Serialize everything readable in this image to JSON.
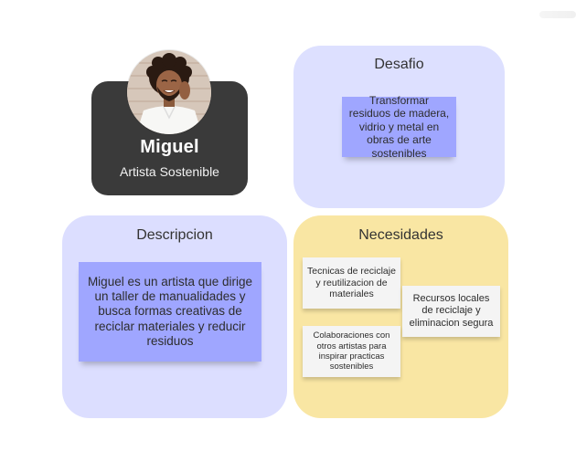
{
  "persona": {
    "name": "Miguel",
    "role": "Artista Sostenible",
    "avatar_icon": "person-photo-icon"
  },
  "desafio": {
    "title": "Desafio",
    "note": "Transformar residuos de madera, vidrio y metal en obras de arte sostenibles"
  },
  "descripcion": {
    "title": "Descripcion",
    "note": "Miguel es un artista que dirige un taller de manualidades y busca formas creativas de reciclar materiales y reducir residuos"
  },
  "necesidades": {
    "title": "Necesidades",
    "notes": [
      "Tecnicas de reciclaje y reutilizacion de materiales",
      "Recursos locales de reciclaje y eliminacion segura",
      "Colaboraciones con otros artistas para inspirar practicas sostenibles"
    ]
  },
  "colors": {
    "persona_card": "#3a3a3a",
    "panel_blue": "#dde0ff",
    "panel_yellow": "#f9e6a3",
    "sticky_blue": "#9fa6ff",
    "sticky_white": "#f4f4f4"
  }
}
